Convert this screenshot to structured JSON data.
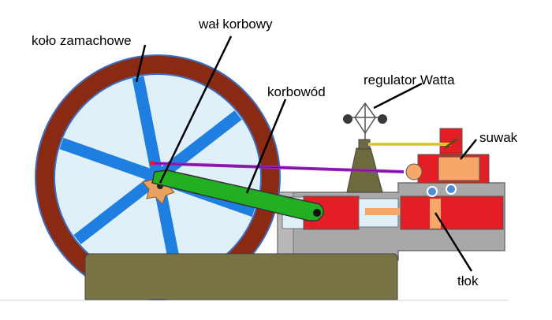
{
  "labels": {
    "flywheel": "koło zamachowe",
    "crankshaft": "wał korbowy",
    "connecting_rod": "korbowód",
    "governor": "regulator Watta",
    "slide_valve": "suwak",
    "piston": "tłok"
  },
  "colors": {
    "flywheel_rim": "#8b2a12",
    "flywheel_outline": "#3a6fc4",
    "spokes": "#1e7fe0",
    "hub": "#e9a15f",
    "connecting_rod": "#22b022",
    "cylinder_red": "#e31e24",
    "steam_chest": "#f5a86a",
    "frame": "#a8a8a8",
    "base": "#7a7346",
    "governor_base": "#6d6a3e",
    "linkage": "#a020c8",
    "governor_rod": "#f0e020",
    "gap_tint": "#e0f0f8"
  }
}
